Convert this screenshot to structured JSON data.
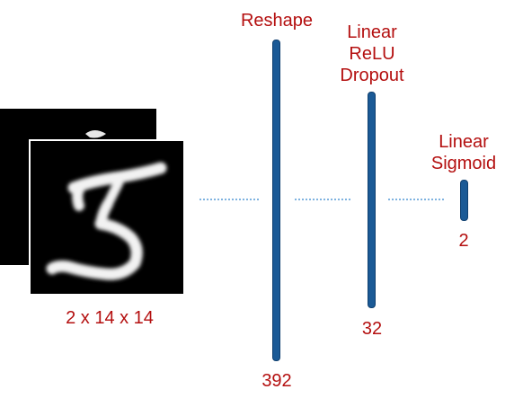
{
  "input": {
    "shape_label": "2 x 14 x 14"
  },
  "layers": [
    {
      "name_lines": [
        "Reshape"
      ],
      "size": "392"
    },
    {
      "name_lines": [
        "Linear",
        "ReLU",
        "Dropout"
      ],
      "size": "32"
    },
    {
      "name_lines": [
        "Linear",
        "Sigmoid"
      ],
      "size": "2"
    }
  ],
  "colors": {
    "label": "#b40f0f",
    "bar": "#1b5a96",
    "connector": "#7fb3e0"
  }
}
